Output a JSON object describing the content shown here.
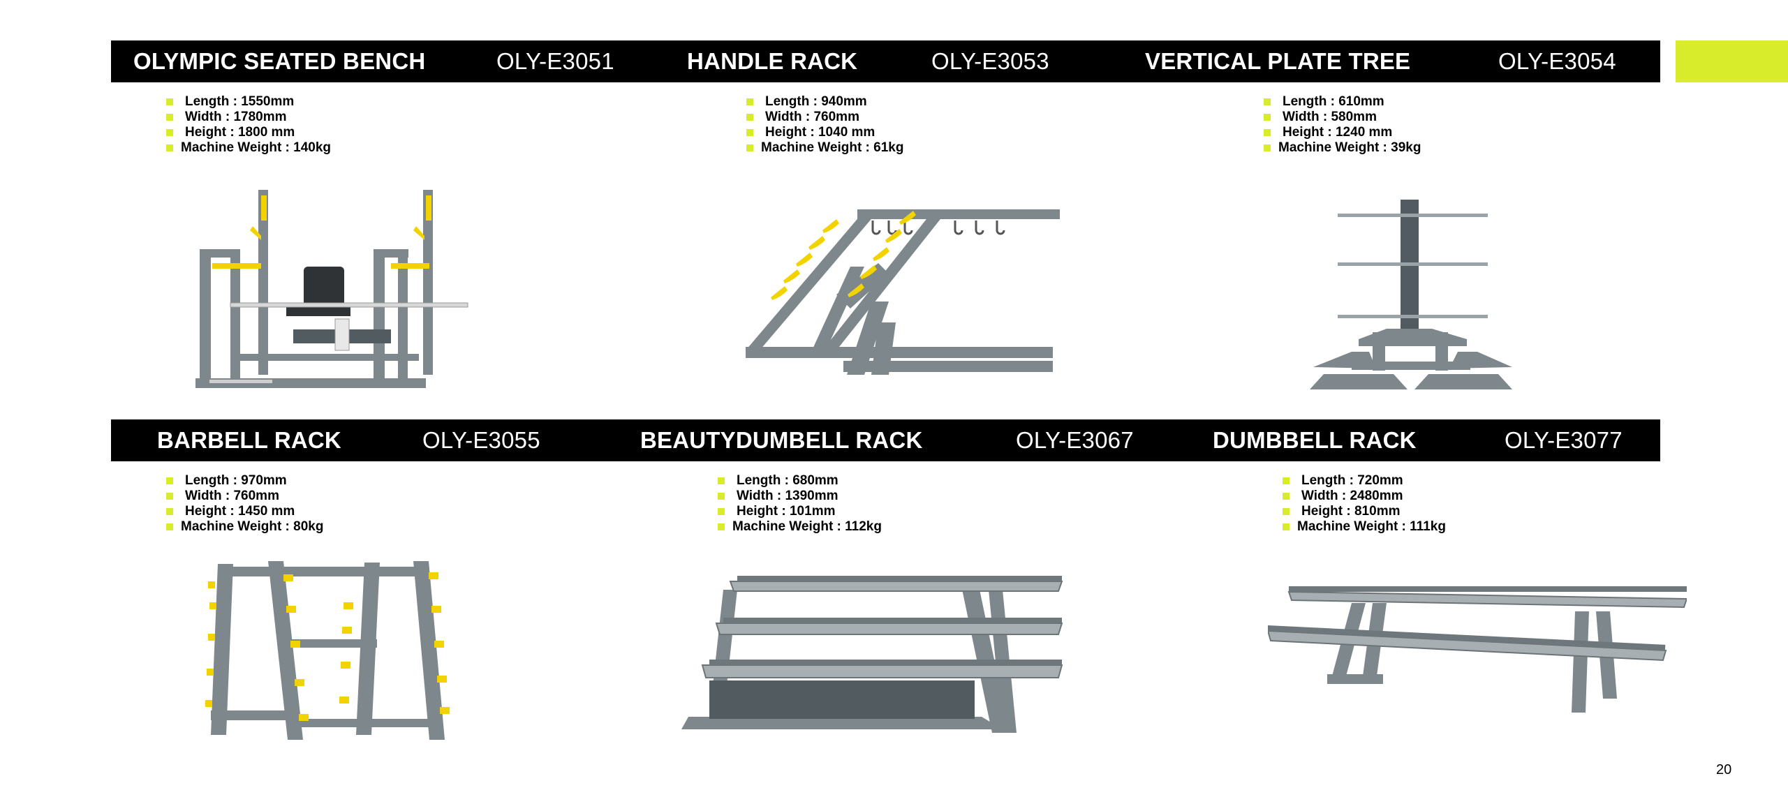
{
  "colors": {
    "accent": "#d8ec2b",
    "frame": "#7d878c",
    "frame_dark": "#525b60",
    "pad": "#f2d300",
    "seat": "#2f3336",
    "bar_bg": "#000000"
  },
  "accent_block": "lime-accent-tab",
  "page_number": "20",
  "products": [
    {
      "name": "OLYMPIC SEATED BENCH",
      "code": "OLY-E3051",
      "specs": {
        "length": "Length : 1550mm",
        "width": "Width : 1780mm",
        "height": "Height : 1800 mm",
        "weight": "Machine Weight : 140kg"
      }
    },
    {
      "name": "HANDLE RACK",
      "code": "OLY-E3053",
      "specs": {
        "length": "Length : 940mm",
        "width": "Width : 760mm",
        "height": "Height : 1040 mm",
        "weight": "Machine Weight : 61kg"
      }
    },
    {
      "name": "VERTICAL PLATE TREE",
      "code": "OLY-E3054",
      "specs": {
        "length": "Length : 610mm",
        "width": "Width : 580mm",
        "height": "Height : 1240 mm",
        "weight": "Machine Weight : 39kg"
      }
    },
    {
      "name": "BARBELL RACK",
      "code": "OLY-E3055",
      "specs": {
        "length": "Length : 970mm",
        "width": "Width : 760mm",
        "height": "Height : 1450 mm",
        "weight": "Machine Weight : 80kg"
      }
    },
    {
      "name": "BEAUTYDUMBELL RACK",
      "code": "OLY-E3067",
      "specs": {
        "length": "Length : 680mm",
        "width": "Width : 1390mm",
        "height": "Height : 101mm",
        "weight": "Machine Weight : 112kg"
      }
    },
    {
      "name": "DUMBBELL RACK",
      "code": "OLY-E3077",
      "specs": {
        "length": "Length : 720mm",
        "width": "Width : 2480mm",
        "height": "Height : 810mm",
        "weight": "Machine Weight : 111kg"
      }
    }
  ]
}
